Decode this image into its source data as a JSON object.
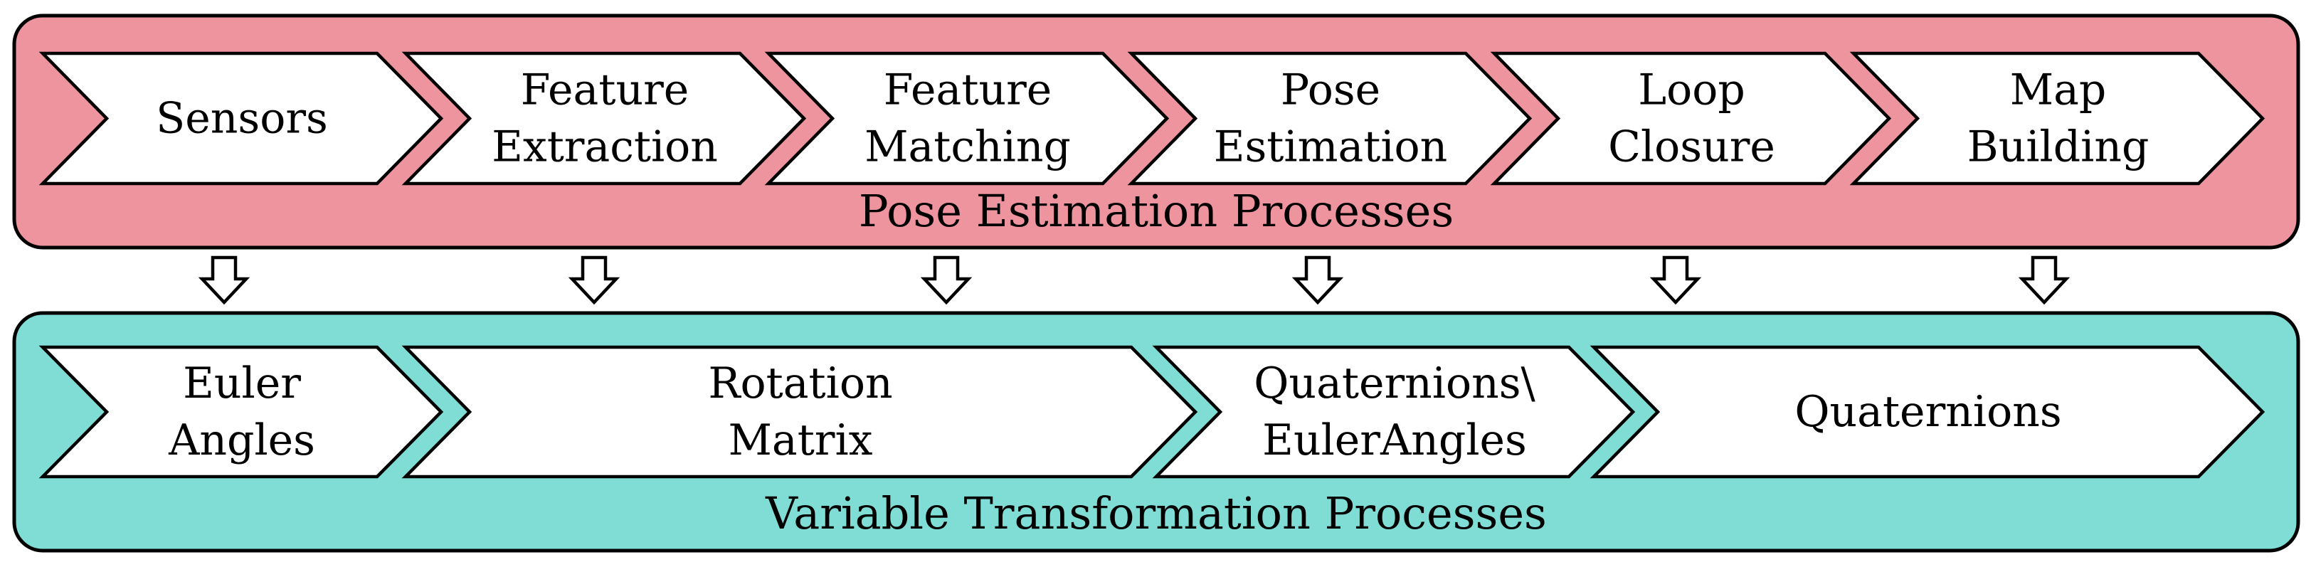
{
  "top": {
    "title": "Pose Estimation Processes",
    "color": "#ee949e",
    "steps": [
      {
        "line1": "Sensors",
        "line2": ""
      },
      {
        "line1": "Feature",
        "line2": "Extraction"
      },
      {
        "line1": "Feature",
        "line2": "Matching"
      },
      {
        "line1": "Pose",
        "line2": "Estimation"
      },
      {
        "line1": "Loop",
        "line2": "Closure"
      },
      {
        "line1": "Map",
        "line2": "Building"
      }
    ]
  },
  "bottom": {
    "title": "Variable Transformation Processes",
    "color": "#7fddd6",
    "steps": [
      {
        "line1": "Euler",
        "line2": "Angles"
      },
      {
        "line1": "Rotation",
        "line2": "Matrix"
      },
      {
        "line1": "Quaternions\\",
        "line2": "EulerAngles"
      },
      {
        "line1": "Quaternions",
        "line2": ""
      }
    ]
  },
  "connector_icon": "down-arrow-icon"
}
